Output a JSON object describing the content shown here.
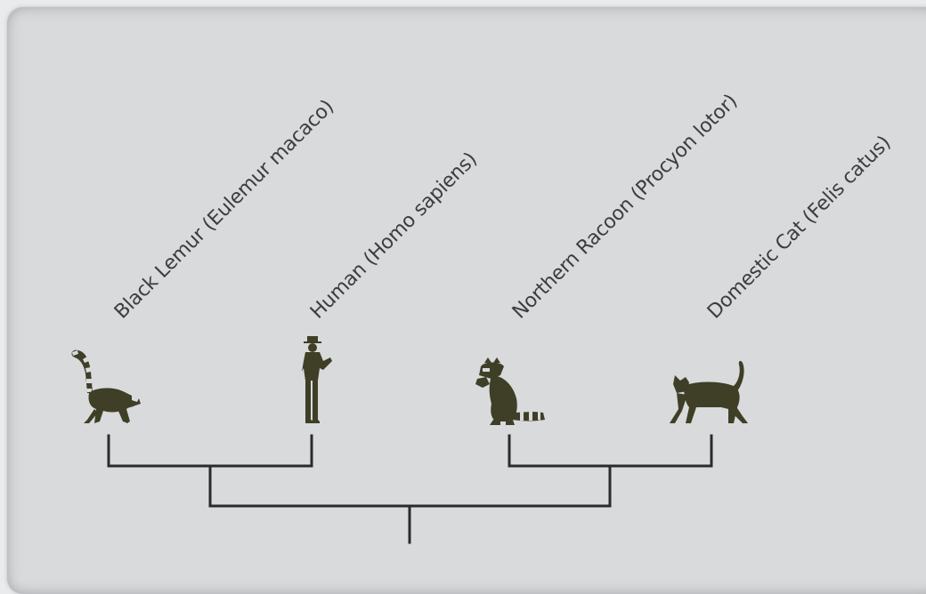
{
  "taxa": [
    {
      "label": "Black Lemur (Eulemur macaco)",
      "icon": "lemur-icon"
    },
    {
      "label": "Human (Homo sapiens)",
      "icon": "human-icon"
    },
    {
      "label": "Northern Racoon (Procyon lotor)",
      "icon": "raccoon-icon"
    },
    {
      "label": "Domestic Cat (Felis catus)",
      "icon": "cat-icon"
    }
  ],
  "colors": {
    "panel": "#d9dadc",
    "silhouette": "#3f3f27",
    "tree_line": "#2b2b2b",
    "label_text": "#3b3d3f"
  }
}
